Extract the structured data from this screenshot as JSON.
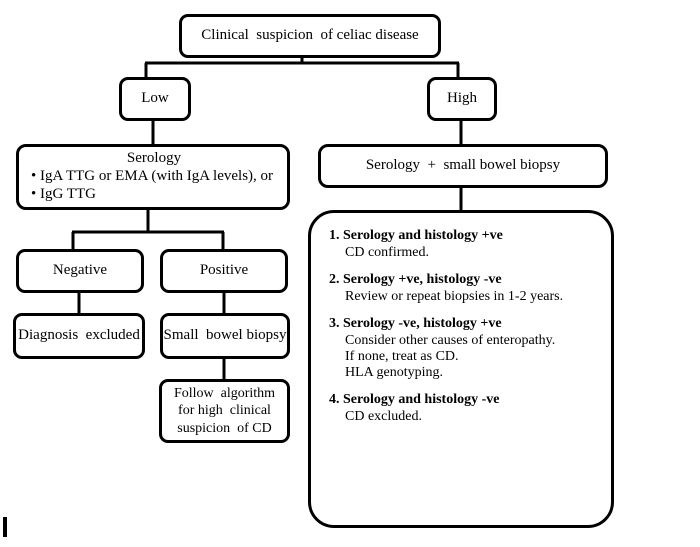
{
  "diagram": {
    "title": "Clinical algorithm for suspected celiac disease",
    "type": "flowchart",
    "background_color": "#ffffff",
    "line_color": "#000000",
    "text_color": "#000000",
    "nodes": {
      "root": {
        "label": "Clinical  suspicion  of celiac disease"
      },
      "low": {
        "label": "Low"
      },
      "high": {
        "label": "High"
      },
      "serology_low": {
        "title": "Serology",
        "bullets": [
          "• IgA TTG or EMA (with IgA levels),  or",
          "• IgG TTG"
        ]
      },
      "serology_biopsy": {
        "label": "Serology  +  small bowel biopsy"
      },
      "negative": {
        "label": "Negative"
      },
      "positive": {
        "label": "Positive"
      },
      "diagnosis_excluded": {
        "label": "Diagnosis  excluded"
      },
      "small_bowel_biopsy": {
        "label": "Small  bowel biopsy"
      },
      "follow_algorithm": {
        "line1": "Follow  algorithm",
        "line2": "for high  clinical",
        "line3": "suspicion  of CD"
      }
    },
    "outcomes": [
      {
        "heading": "1. Serology and histology +ve",
        "details": [
          "CD confirmed."
        ]
      },
      {
        "heading": "2. Serology +ve, histology -ve",
        "details": [
          "Review or repeat biopsies  in 1-2 years."
        ]
      },
      {
        "heading": "3. Serology -ve, histology +ve",
        "details": [
          "Consider  other causes of enteropathy.",
          "If none,  treat as CD.",
          "HLA genotyping."
        ]
      },
      {
        "heading": "4. Serology and histology -ve",
        "details": [
          "CD excluded."
        ]
      }
    ]
  }
}
